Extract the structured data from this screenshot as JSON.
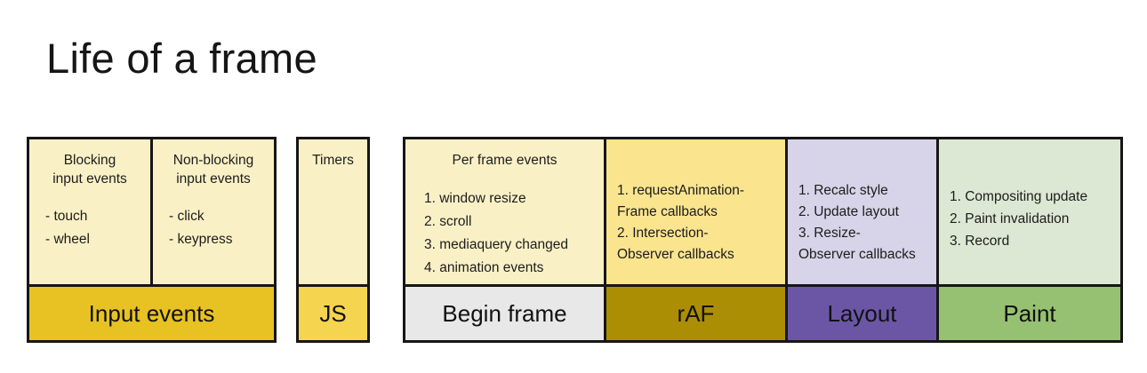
{
  "title": "Life of a frame",
  "colors": {
    "cream": "#FAF0C6",
    "input_bar": "#E7C222",
    "js_bar": "#F5D44F",
    "begin_bar": "#E8E8E8",
    "raf_box": "#FAE48E",
    "raf_bar": "#AC8E04",
    "layout_box": "#D7D3E8",
    "layout_bar": "#6B56A6",
    "paint_box": "#DCE8D3",
    "paint_bar": "#97C172"
  },
  "blocks": {
    "input": {
      "label": "Input events",
      "columns": [
        {
          "heading": [
            "Blocking",
            "input events"
          ],
          "items": [
            "- touch",
            "- wheel"
          ]
        },
        {
          "heading": [
            "Non-blocking",
            "input events"
          ],
          "items": [
            "- click",
            "- keypress"
          ]
        }
      ]
    },
    "js": {
      "label": "JS",
      "heading": "Timers"
    },
    "begin_frame": {
      "label": "Begin frame",
      "heading": "Per frame events",
      "items": [
        "1. window resize",
        "2. scroll",
        "3. mediaquery changed",
        "4. animation events"
      ]
    },
    "raf": {
      "label": "rAF",
      "lines": [
        "1. requestAnimation-",
        "Frame callbacks",
        "2. Intersection-",
        "Observer callbacks"
      ]
    },
    "layout": {
      "label": "Layout",
      "lines": [
        "1. Recalc style",
        "2. Update layout",
        "3. Resize-",
        "Observer callbacks"
      ]
    },
    "paint": {
      "label": "Paint",
      "lines": [
        "1. Compositing update",
        "2. Paint invalidation",
        "3. Record"
      ]
    }
  }
}
